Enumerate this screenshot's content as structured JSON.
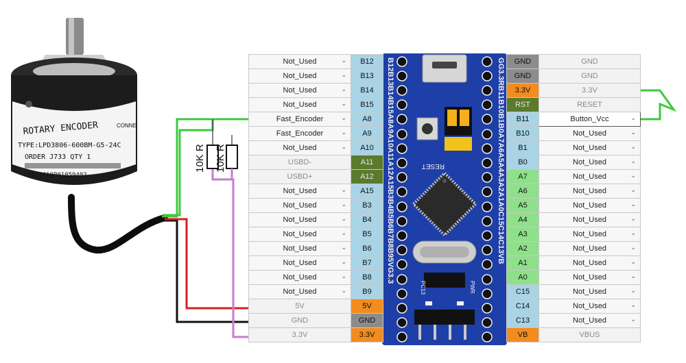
{
  "left_rows": [
    {
      "func": "Not_Used",
      "dropdown": true,
      "pin": "B12",
      "pin_color": "blue"
    },
    {
      "func": "Not_Used",
      "dropdown": true,
      "pin": "B13",
      "pin_color": "blue"
    },
    {
      "func": "Not_Used",
      "dropdown": true,
      "pin": "B14",
      "pin_color": "blue"
    },
    {
      "func": "Not_Used",
      "dropdown": true,
      "pin": "B15",
      "pin_color": "blue"
    },
    {
      "func": "Fast_Encoder",
      "dropdown": true,
      "pin": "A8",
      "pin_color": "blue"
    },
    {
      "func": "Fast_Encoder",
      "dropdown": true,
      "pin": "A9",
      "pin_color": "blue"
    },
    {
      "func": "Not_Used",
      "dropdown": true,
      "pin": "A10",
      "pin_color": "blue"
    },
    {
      "func": "USBD-",
      "dropdown": false,
      "pin": "A11",
      "pin_color": "olive"
    },
    {
      "func": "USBD+",
      "dropdown": false,
      "pin": "A12",
      "pin_color": "olive"
    },
    {
      "func": "Not_Used",
      "dropdown": true,
      "pin": "A15",
      "pin_color": "blue"
    },
    {
      "func": "Not_Used",
      "dropdown": true,
      "pin": "B3",
      "pin_color": "blue"
    },
    {
      "func": "Not_Used",
      "dropdown": true,
      "pin": "B4",
      "pin_color": "blue"
    },
    {
      "func": "Not_Used",
      "dropdown": true,
      "pin": "B5",
      "pin_color": "blue"
    },
    {
      "func": "Not_Used",
      "dropdown": true,
      "pin": "B6",
      "pin_color": "blue"
    },
    {
      "func": "Not_Used",
      "dropdown": true,
      "pin": "B7",
      "pin_color": "blue"
    },
    {
      "func": "Not_Used",
      "dropdown": true,
      "pin": "B8",
      "pin_color": "blue"
    },
    {
      "func": "Not_Used",
      "dropdown": true,
      "pin": "B9",
      "pin_color": "blue"
    },
    {
      "func": "5V",
      "dropdown": false,
      "pin": "5V",
      "pin_color": "orange"
    },
    {
      "func": "GND",
      "dropdown": false,
      "pin": "GND",
      "pin_color": "gray"
    },
    {
      "func": "3.3V",
      "dropdown": false,
      "pin": "3.3V",
      "pin_color": "orange"
    }
  ],
  "right_rows": [
    {
      "pin": "GND",
      "pin_color": "gray",
      "func": "GND",
      "dropdown": false
    },
    {
      "pin": "GND",
      "pin_color": "gray",
      "func": "GND",
      "dropdown": false
    },
    {
      "pin": "3.3V",
      "pin_color": "orange",
      "func": "3.3V",
      "dropdown": false
    },
    {
      "pin": "RST",
      "pin_color": "olive",
      "func": "RESET",
      "dropdown": false
    },
    {
      "pin": "B11",
      "pin_color": "blue",
      "func": "Button_Vcc",
      "dropdown": true,
      "active": true
    },
    {
      "pin": "B10",
      "pin_color": "blue",
      "func": "Not_Used",
      "dropdown": true
    },
    {
      "pin": "B1",
      "pin_color": "blue",
      "func": "Not_Used",
      "dropdown": true
    },
    {
      "pin": "B0",
      "pin_color": "blue",
      "func": "Not_Used",
      "dropdown": true
    },
    {
      "pin": "A7",
      "pin_color": "green",
      "func": "Not_Used",
      "dropdown": true
    },
    {
      "pin": "A6",
      "pin_color": "green",
      "func": "Not_Used",
      "dropdown": true
    },
    {
      "pin": "A5",
      "pin_color": "green",
      "func": "Not_Used",
      "dropdown": true
    },
    {
      "pin": "A4",
      "pin_color": "green",
      "func": "Not_Used",
      "dropdown": true
    },
    {
      "pin": "A3",
      "pin_color": "green",
      "func": "Not_Used",
      "dropdown": true
    },
    {
      "pin": "A2",
      "pin_color": "green",
      "func": "Not_Used",
      "dropdown": true
    },
    {
      "pin": "A1",
      "pin_color": "green",
      "func": "Not_Used",
      "dropdown": true
    },
    {
      "pin": "A0",
      "pin_color": "green",
      "func": "Not_Used",
      "dropdown": true
    },
    {
      "pin": "C15",
      "pin_color": "blue",
      "func": "Not_Used",
      "dropdown": true
    },
    {
      "pin": "C14",
      "pin_color": "blue",
      "func": "Not_Used",
      "dropdown": true
    },
    {
      "pin": "C13",
      "pin_color": "blue",
      "func": "Not_Used",
      "dropdown": true
    },
    {
      "pin": "VB",
      "pin_color": "orange",
      "func": "VBUS",
      "dropdown": false
    }
  ],
  "encoder": {
    "title": "ROTARY ENCODER",
    "model": "TYPE:LPD3806-600BM-G5-24C",
    "order": "ORDER  J733  QTY  1",
    "serial": "S531C18P01059402",
    "side_label": "CONNE"
  },
  "resistors": [
    "10K R",
    "10K R"
  ],
  "board": {
    "left_silk": "B12B13B14B15A8A9A10A11A12A15B3B4B5B6B7B8B95VG3.3",
    "right_silk": "GG3.3RB11B10B1B0A7A6A5A4A3A2A1A0C15C14C13VB",
    "reset_label": "RESET",
    "pc13_label": "PC13",
    "pwr_label": "PWR"
  },
  "colors": {
    "blue": "#a9d4e6",
    "green": "#8fe08a",
    "olive": "#5a7a2c",
    "orange": "#f28c1e",
    "gray": "#8c8c8c",
    "wire_green": "#3ec83e",
    "wire_red": "#d61f1f",
    "wire_black": "#111111",
    "wire_violet": "#c77ad1"
  }
}
